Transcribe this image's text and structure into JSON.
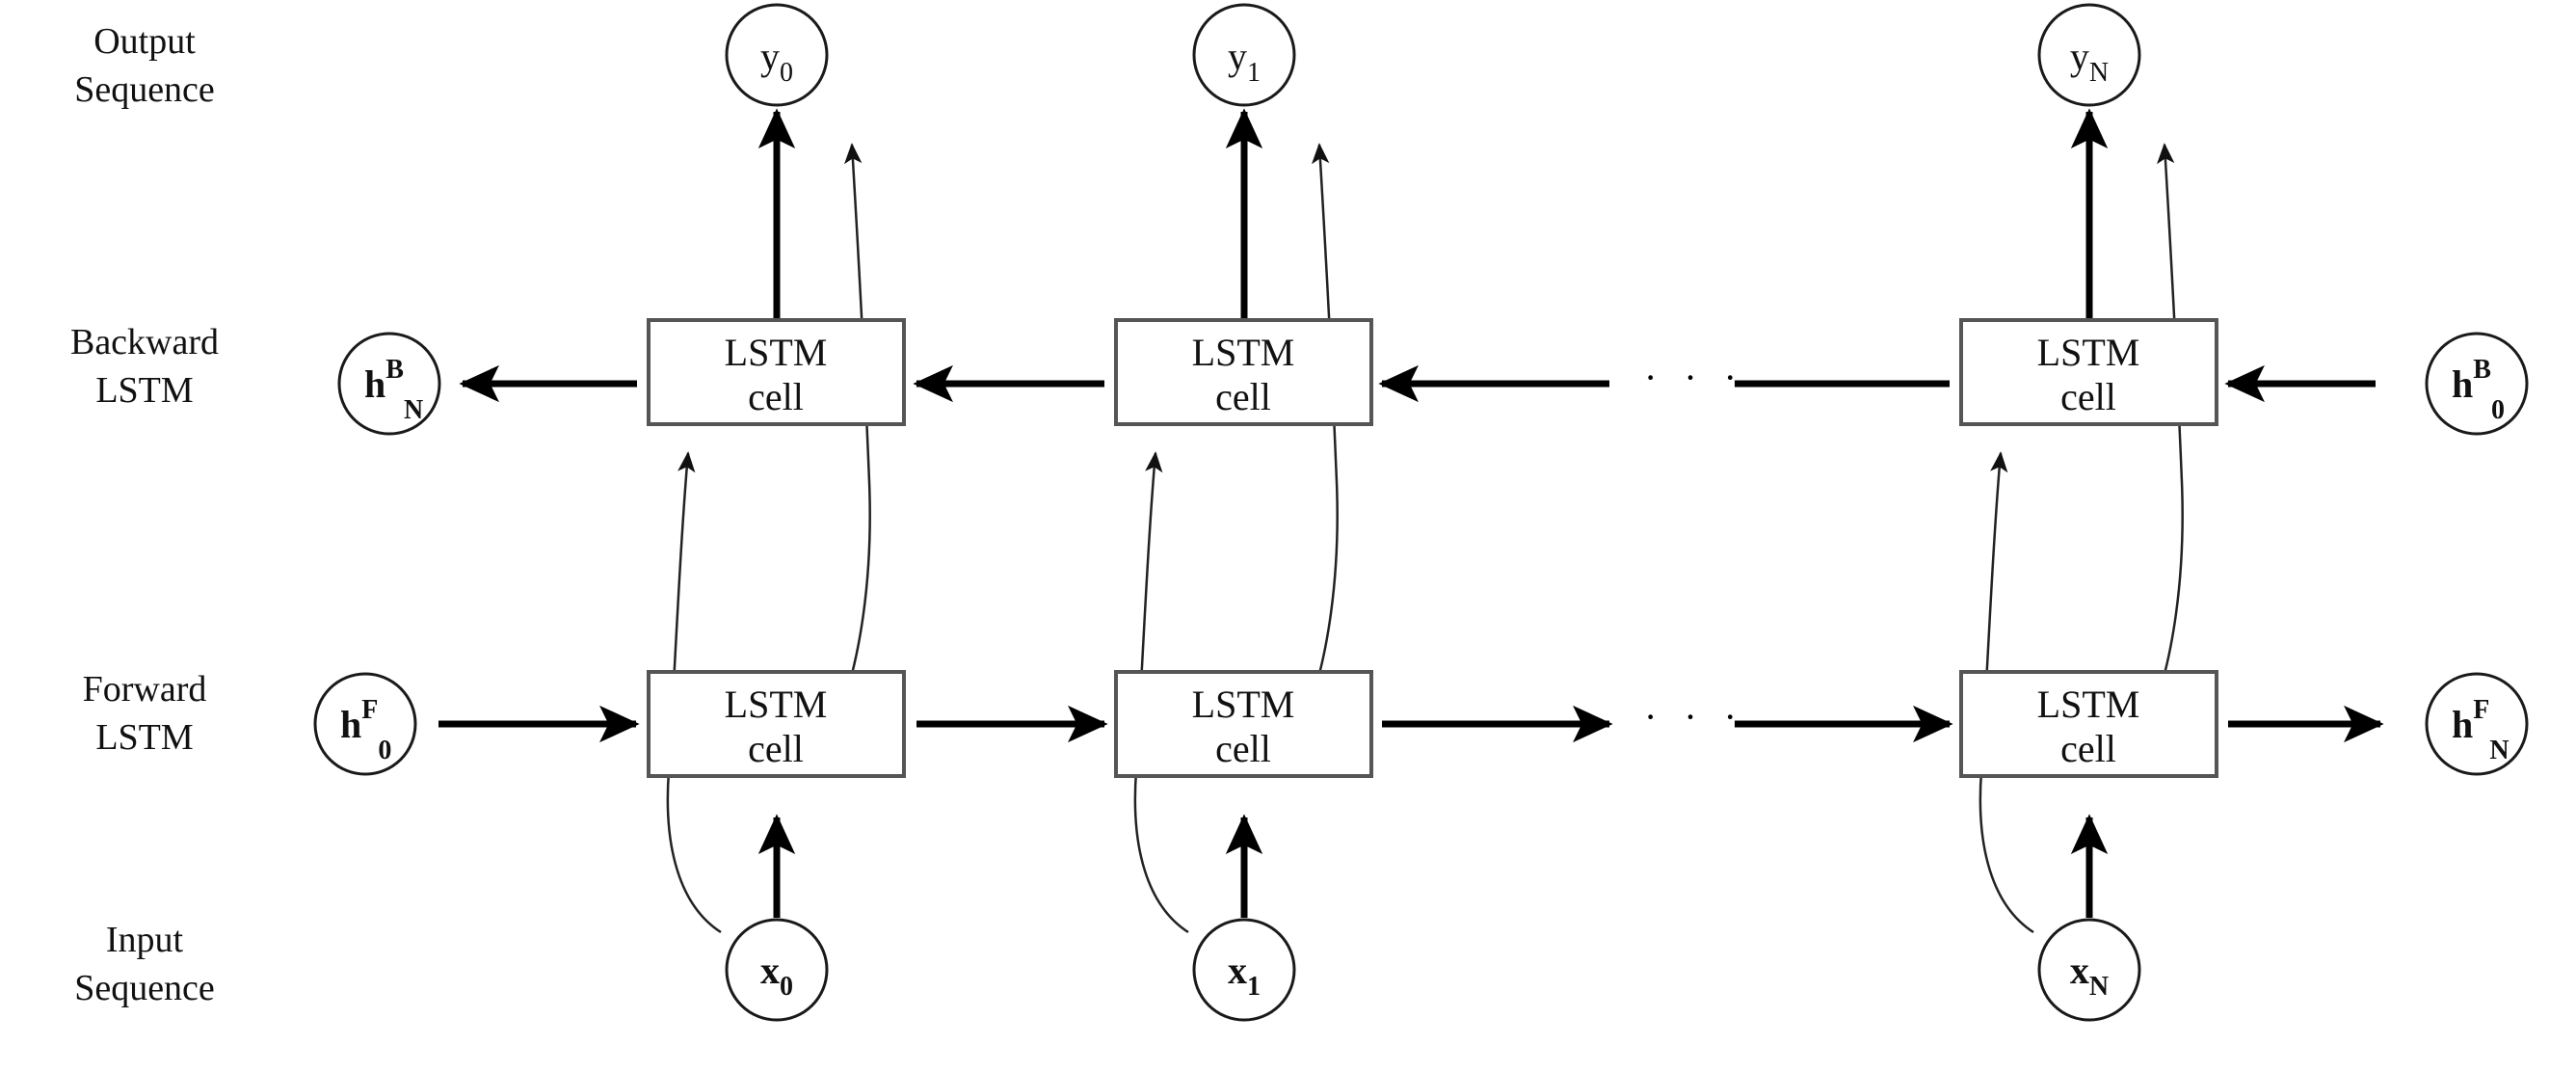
{
  "figure": {
    "type": "diagram",
    "subject": "Bidirectional LSTM (BiLSTM) unrolled architecture",
    "background_color": "#ffffff",
    "ink_color": "#111111",
    "box_stroke_color": "#555555"
  },
  "row_labels": [
    {
      "id": "output-sequence",
      "line1": "Output",
      "line2": "Sequence"
    },
    {
      "id": "backward-lstm",
      "line1": "Backward",
      "line2": "LSTM"
    },
    {
      "id": "forward-lstm",
      "line1": "Forward",
      "line2": "LSTM"
    },
    {
      "id": "input-sequence",
      "line1": "Input",
      "line2": "Sequence"
    }
  ],
  "output_nodes": [
    {
      "id": "y-0",
      "base": "y",
      "sub": "0",
      "sup": "",
      "bold": false
    },
    {
      "id": "y-1",
      "base": "y",
      "sub": "1",
      "sup": "",
      "bold": false
    },
    {
      "id": "y-N",
      "base": "y",
      "sub": "N",
      "sup": "",
      "bold": false
    }
  ],
  "input_nodes": [
    {
      "id": "x-0",
      "base": "x",
      "sub": "0",
      "sup": "",
      "bold": true
    },
    {
      "id": "x-1",
      "base": "x",
      "sub": "1",
      "sup": "",
      "bold": true
    },
    {
      "id": "x-N",
      "base": "x",
      "sub": "N",
      "sup": "",
      "bold": true
    }
  ],
  "state_nodes": [
    {
      "id": "h-B-N",
      "base": "h",
      "sup": "B",
      "sub": "N",
      "bold": true,
      "row": "backward",
      "side": "left"
    },
    {
      "id": "h-B-0",
      "base": "h",
      "sup": "B",
      "sub": "0",
      "bold": true,
      "row": "backward",
      "side": "right"
    },
    {
      "id": "h-F-0",
      "base": "h",
      "sup": "F",
      "sub": "0",
      "bold": true,
      "row": "forward",
      "side": "left"
    },
    {
      "id": "h-F-N",
      "base": "h",
      "sup": "F",
      "sub": "N",
      "bold": true,
      "row": "forward",
      "side": "right"
    }
  ],
  "cells": {
    "label_line1": "LSTM",
    "label_line2": "cell",
    "backward": [
      {
        "id": "backward-cell-0"
      },
      {
        "id": "backward-cell-1"
      },
      {
        "id": "backward-cell-N"
      }
    ],
    "forward": [
      {
        "id": "forward-cell-0"
      },
      {
        "id": "forward-cell-1"
      },
      {
        "id": "forward-cell-N"
      }
    ]
  },
  "ellipses": [
    {
      "id": "backward-ellipsis",
      "text": "· · ·"
    },
    {
      "id": "forward-ellipsis",
      "text": "· · ·"
    }
  ],
  "flow": {
    "backward_direction": "right-to-left",
    "forward_direction": "left-to-right",
    "output_inputs_per_step": [
      "backward cell (straight arrow)",
      "forward cell (curved arrow)"
    ],
    "input_targets_per_step": [
      "forward cell (straight arrow)",
      "backward cell (curved arrow)"
    ]
  }
}
